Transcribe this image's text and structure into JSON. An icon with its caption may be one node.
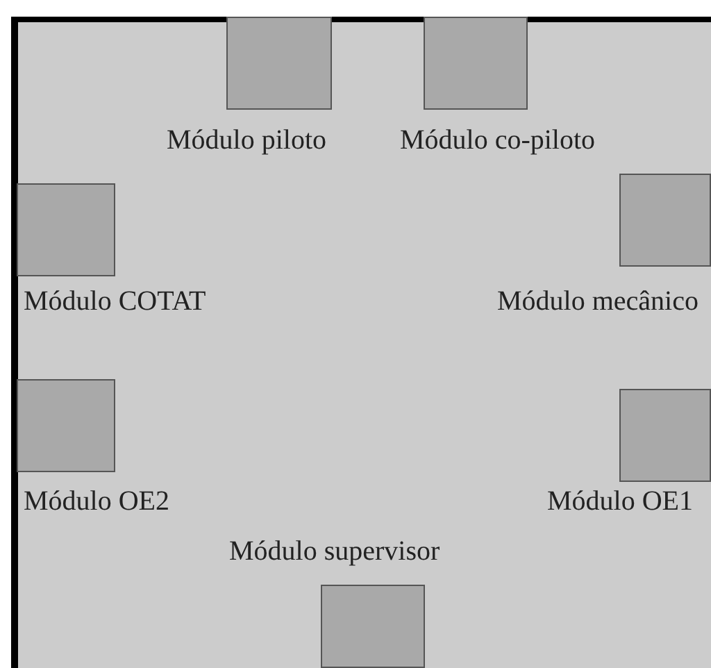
{
  "diagram": {
    "nodes": [
      {
        "text": [
          "Módulo piloto"
        ]
      },
      {
        "text": [
          "Módulo co-piloto"
        ]
      },
      {
        "text": [
          "Módulo COTAT"
        ]
      },
      {
        "text": [
          "Módulo mecânico"
        ]
      },
      {
        "text": [
          "Módulo OE2"
        ]
      },
      {
        "text": [
          "Módulo OE1"
        ]
      },
      {
        "text": [
          "Módulo supervisor"
        ]
      }
    ]
  }
}
